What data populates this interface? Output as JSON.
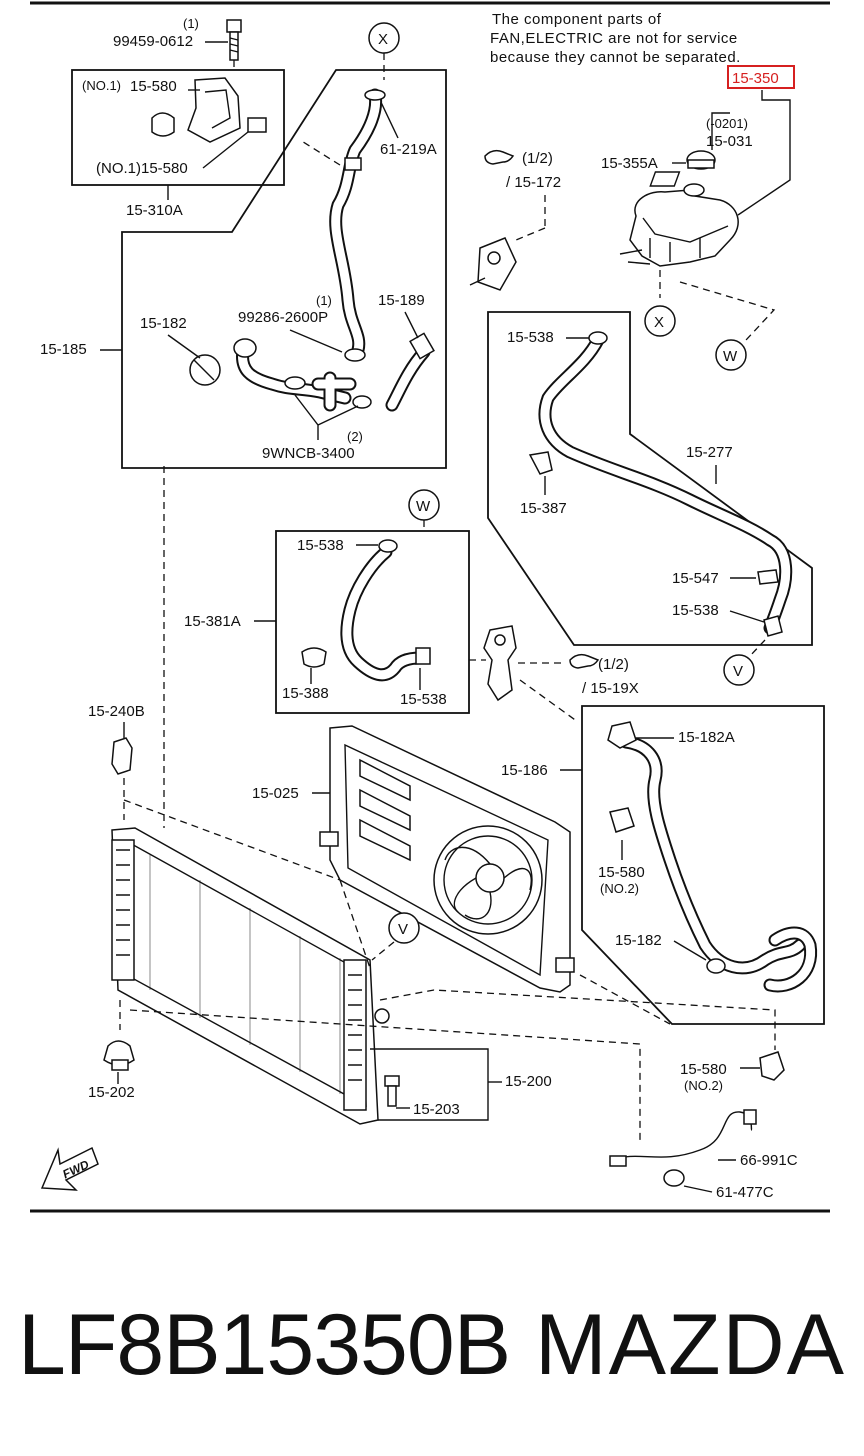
{
  "diagram": {
    "note_lines": [
      "The component parts of",
      "FAN,ELECTRIC are not for service",
      "because they cannot be separated."
    ],
    "highlight_color": "#d62020",
    "highlighted_label": "15-350",
    "labels": {
      "p99459_qty": "(1)",
      "p99459": "99459-0612",
      "no1_a": "(NO.1)",
      "p15580_a": "15-580",
      "no1_b": "(NO.1)15-580",
      "p15310A": "15-310A",
      "ref_x_top": "X",
      "p61219A": "61-219A",
      "p15172_qty": "(1/2)",
      "p15172": "/ 15-172",
      "p0201": "(-0201)",
      "p15031": "15-031",
      "p15355A": "15-355A",
      "ref_x_tank": "X",
      "ref_w_top": "W",
      "p15185": "15-185",
      "p15182_top": "15-182",
      "p99286_qty": "(1)",
      "p99286": "99286-2600P",
      "p15189": "15-189",
      "p9wncb_qty": "(2)",
      "p9wncb": "9WNCB-3400",
      "p15538_a": "15-538",
      "p15387": "15-387",
      "p15277": "15-277",
      "p15547": "15-547",
      "p15538_b": "15-538",
      "ref_v_right": "V",
      "ref_w_mid": "W",
      "p15538_c": "15-538",
      "p15381A": "15-381A",
      "p15388": "15-388",
      "p15538_d": "15-538",
      "p15197x_qty": "(1/2)",
      "p15197x": "/ 15-19X",
      "p15240B": "15-240B",
      "p15025": "15-025",
      "p15186": "15-186",
      "p15182A": "15-182A",
      "p15580_b": "15-580",
      "no2_a": "(NO.2)",
      "p15182_bot": "15-182",
      "ref_v_rad": "V",
      "p15580_c": "15-580",
      "no2_b": "(NO.2)",
      "p15202": "15-202",
      "p15200": "15-200",
      "p15203": "15-203",
      "p66991C": "66-991C",
      "p61477C": "61-477C",
      "fwd": "FWD"
    }
  },
  "footer": {
    "part_number": "LF8B15350B",
    "brand": "MAZDA"
  }
}
